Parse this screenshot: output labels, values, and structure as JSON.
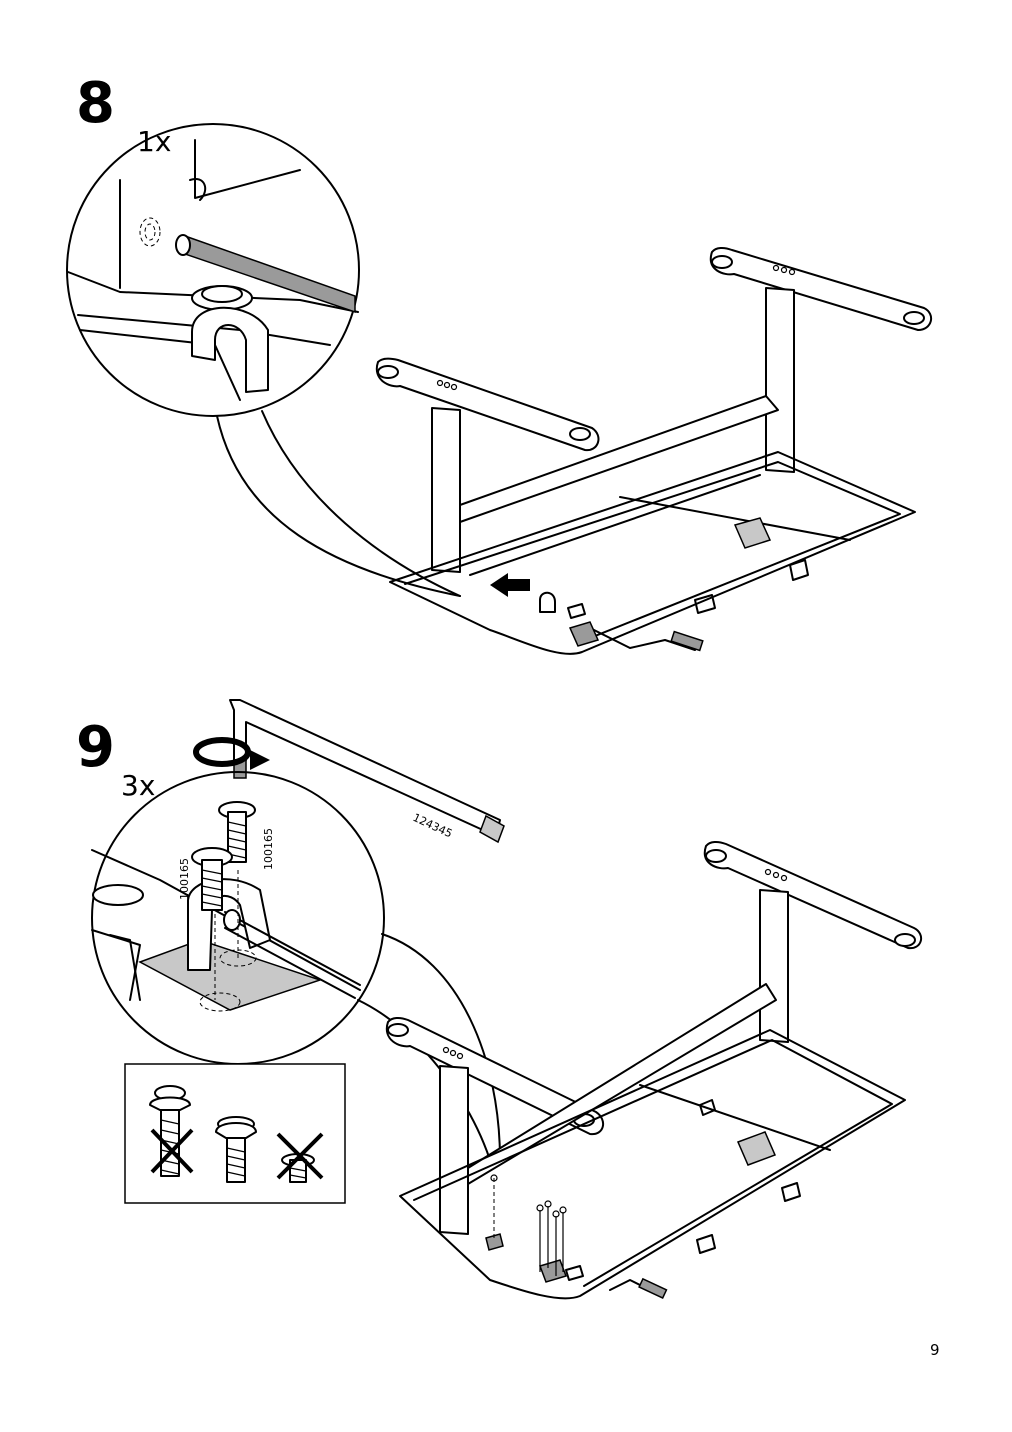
{
  "page": {
    "number": "9"
  },
  "steps": [
    {
      "number": "8",
      "quantity": "1x"
    },
    {
      "number": "9",
      "quantity": "3x",
      "tool_part_number": "124345",
      "screw_part_number_a": "100165",
      "screw_part_number_b": "100165"
    }
  ]
}
